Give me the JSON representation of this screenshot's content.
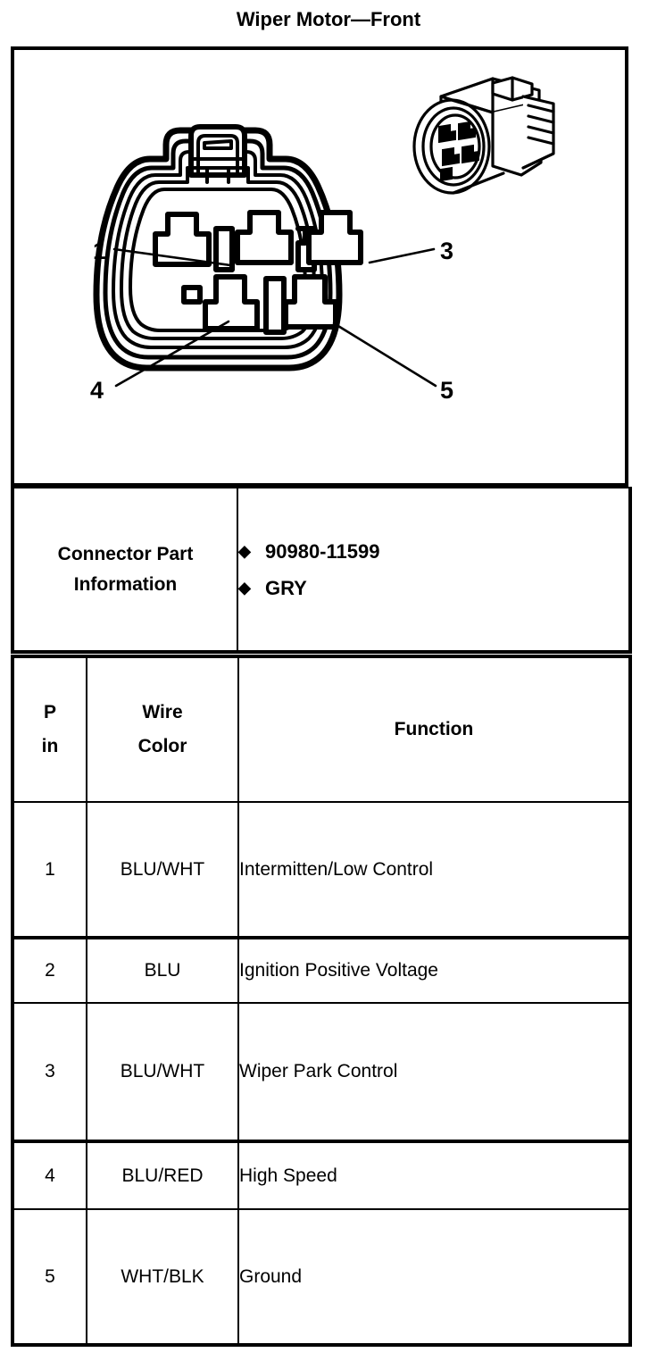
{
  "page_title": "Wiper Motor—Front",
  "diagram": {
    "name": "connector-face-diagram",
    "face_view_label": "connector-front-face",
    "iso_view_label": "connector-isometric-view",
    "callouts": [
      {
        "id": "callout-1",
        "label": "1"
      },
      {
        "id": "callout-3",
        "label": "3"
      },
      {
        "id": "callout-4",
        "label": "4"
      },
      {
        "id": "callout-5",
        "label": "5"
      }
    ]
  },
  "connector_info": {
    "label": "Connector Part Information",
    "values": [
      "90980-11599",
      "GRY"
    ],
    "bullet_glyph": "◆"
  },
  "pinout": {
    "headers": {
      "pin": "P\nin",
      "pin_line1": "P",
      "pin_line2": "in",
      "wire_color": "Wire\nColor",
      "wire_color_line1": "Wire",
      "wire_color_line2": "Color",
      "function": "Function"
    },
    "rows": [
      {
        "pin": "1",
        "wire_color": "BLU/WHT",
        "function": "Intermitten/Low Control"
      },
      {
        "pin": "2",
        "wire_color": "BLU",
        "function": "Ignition Positive Voltage"
      },
      {
        "pin": "3",
        "wire_color": "BLU/WHT",
        "function": "Wiper Park Control"
      },
      {
        "pin": "4",
        "wire_color": "BLU/RED",
        "function": "High Speed"
      },
      {
        "pin": "5",
        "wire_color": "WHT/BLK",
        "function": "Ground"
      }
    ]
  },
  "colors": {
    "ink": "#000000",
    "paper": "#ffffff"
  }
}
